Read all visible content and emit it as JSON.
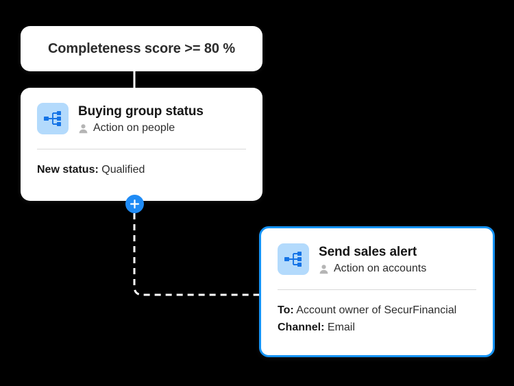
{
  "theme": {
    "background": "#000000",
    "card_background": "#ffffff",
    "accent_blue": "#1593f5",
    "node_blue": "#1f8bf5",
    "icon_tile_blue": "#b3dafc",
    "icon_glyph_blue": "#1473e6",
    "connector_color": "#ffffff",
    "divider_color": "#d8d8d8",
    "title_color": "#161616",
    "text_color": "#2c2c2c",
    "person_icon_color": "#b5b5b5"
  },
  "workflow": {
    "condition_node": {
      "label": "Completeness score >= 80 %"
    },
    "nodes": [
      {
        "id": "buying-group-status",
        "icon": "hierarchy-icon",
        "title": "Buying group status",
        "person_icon": "person-icon",
        "subtitle": "Action on people",
        "selected": false,
        "fields": [
          {
            "label": "New status:",
            "value": "Qualified"
          }
        ]
      },
      {
        "id": "send-sales-alert",
        "icon": "hierarchy-icon",
        "title": "Send sales alert",
        "person_icon": "person-icon",
        "subtitle": "Action on accounts",
        "selected": true,
        "fields": [
          {
            "label": "To:",
            "value": "Account owner of SecurFinancial"
          },
          {
            "label": "Channel:",
            "value": "Email"
          }
        ]
      }
    ],
    "add_node": {
      "icon": "plus-icon",
      "label": "+"
    }
  }
}
